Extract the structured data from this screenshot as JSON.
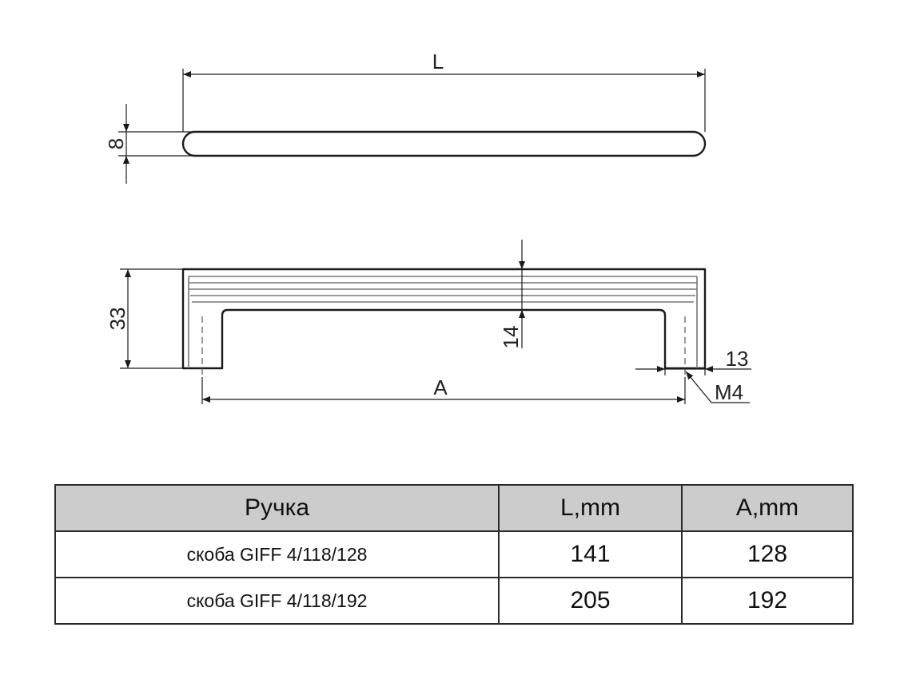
{
  "drawing": {
    "top_view": {
      "length_label": "L",
      "height_label": "8"
    },
    "front_view": {
      "height_label": "33",
      "groove_label": "14",
      "base_label": "13",
      "spacing_label": "A",
      "thread_label": "M4"
    }
  },
  "table": {
    "headers": [
      "Ручка",
      "L,mm",
      "A,mm"
    ],
    "rows": [
      {
        "name": "скоба GIFF 4/118/128",
        "L": "141",
        "A": "128"
      },
      {
        "name": "скоба GIFF 4/118/192",
        "L": "205",
        "A": "192"
      }
    ]
  }
}
